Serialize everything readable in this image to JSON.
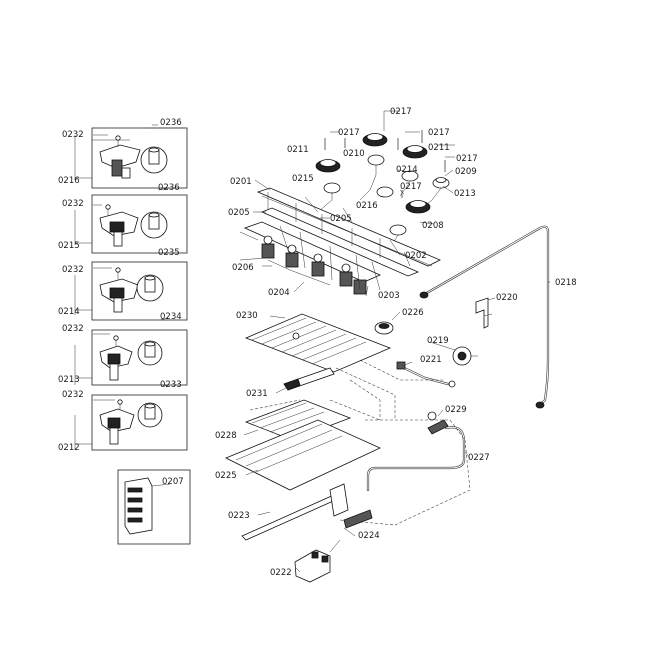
{
  "part_labels": {
    "p0201": "0201",
    "p0202": "0202",
    "p0203": "0203",
    "p0204": "0204",
    "p0205a": "0205",
    "p0205b": "0205",
    "p0206": "0206",
    "p0207": "0207",
    "p0208": "0208",
    "p0209": "0209",
    "p0210": "0210",
    "p0211a": "0211",
    "p0211b": "0211",
    "p0212": "0212",
    "p0213a": "0213",
    "p0213b": "0213",
    "p0214a": "0214",
    "p0214b": "0214",
    "p0215a": "0215",
    "p0215b": "0215",
    "p0216a": "0216",
    "p0216b": "0216",
    "p0217a": "0217",
    "p0217b": "0217",
    "p0217c": "0217",
    "p0217d": "0217",
    "p0217e": "0217",
    "p0218": "0218",
    "p0219": "0219",
    "p0220": "0220",
    "p0221": "0221",
    "p0222": "0222",
    "p0223": "0223",
    "p0224": "0224",
    "p0225": "0225",
    "p0226": "0226",
    "p0227": "0227",
    "p0228": "0228",
    "p0229": "0229",
    "p0230": "0230",
    "p0231": "0231",
    "p0232a": "0232",
    "p0232b": "0232",
    "p0232c": "0232",
    "p0232d": "0232",
    "p0232e": "0232",
    "p0233": "0233",
    "p0234": "0234",
    "p0235": "0235",
    "p0236a": "0236",
    "p0236b": "0236"
  }
}
